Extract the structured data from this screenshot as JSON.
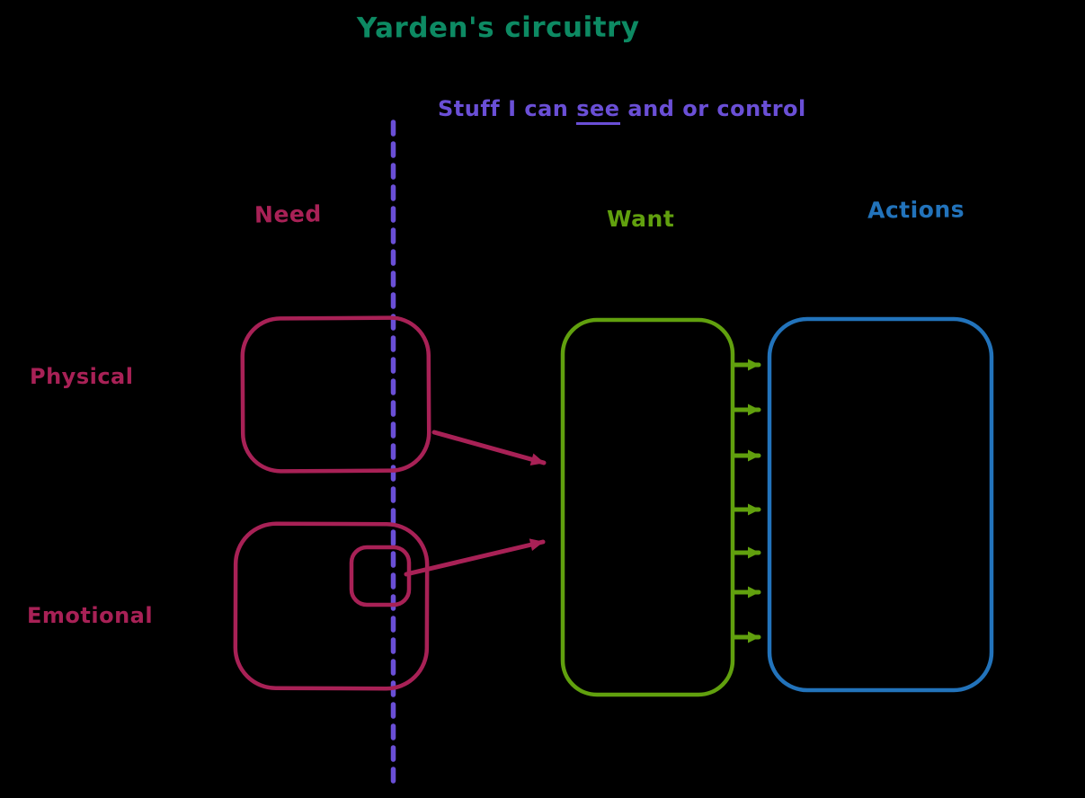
{
  "diagram": {
    "title": "Yarden's circuitry",
    "subtitle": {
      "prefix": "Stuff I can ",
      "underlined": "see",
      "suffix": " and or control"
    },
    "column_labels": {
      "need": "Need",
      "want": "Want",
      "actions": "Actions"
    },
    "row_labels": {
      "physical": "Physical",
      "emotional": "Emotional"
    },
    "connections": {
      "physical_need_to_want": 1,
      "emotional_inner_need_to_want": 1,
      "want_to_actions_arrow_count": 7
    }
  },
  "colors": {
    "background": "#000000",
    "title-green": "#0d8a63",
    "purple": "#6a4fd6",
    "crimson": "#a82156",
    "olive": "#61a00e",
    "blue": "#2273bb"
  }
}
